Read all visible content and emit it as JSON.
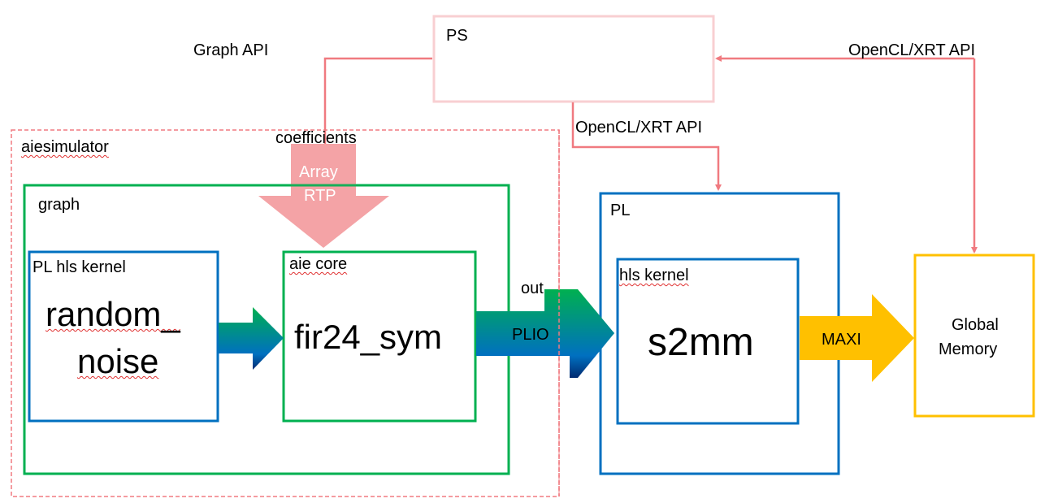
{
  "diagram": {
    "ps": {
      "label": "PS"
    },
    "graph_api": {
      "label": "Graph API"
    },
    "opencl_top": {
      "label": "OpenCL/XRT API"
    },
    "opencl_mid": {
      "label": "OpenCL/XRT API"
    },
    "aiesimulator": {
      "label": "aiesimulator"
    },
    "coefficients": {
      "label": "coefficients"
    },
    "rtp_arrow": {
      "line1": "Array",
      "line2": "RTP"
    },
    "graph": {
      "label": "graph"
    },
    "pl_hls_kernel": {
      "label": "PL hls kernel",
      "name_line1": "random_",
      "name_line2": "noise"
    },
    "aie_core": {
      "label": "aie core",
      "name": "fir24_sym"
    },
    "out": {
      "label": "out"
    },
    "plio": {
      "label": "PLIO"
    },
    "pl": {
      "label": "PL"
    },
    "hls_kernel": {
      "label": "hls kernel",
      "name": "s2mm"
    },
    "maxi": {
      "label": "MAXI"
    },
    "global_memory": {
      "line1": "Global",
      "line2": "Memory"
    },
    "colors": {
      "connector": "#f07a80",
      "ps_border": "#f8cfd2",
      "green": "#00b050",
      "blue": "#0070c0",
      "gold": "#ffc000",
      "rtp_fill": "#f4a3a6"
    }
  }
}
